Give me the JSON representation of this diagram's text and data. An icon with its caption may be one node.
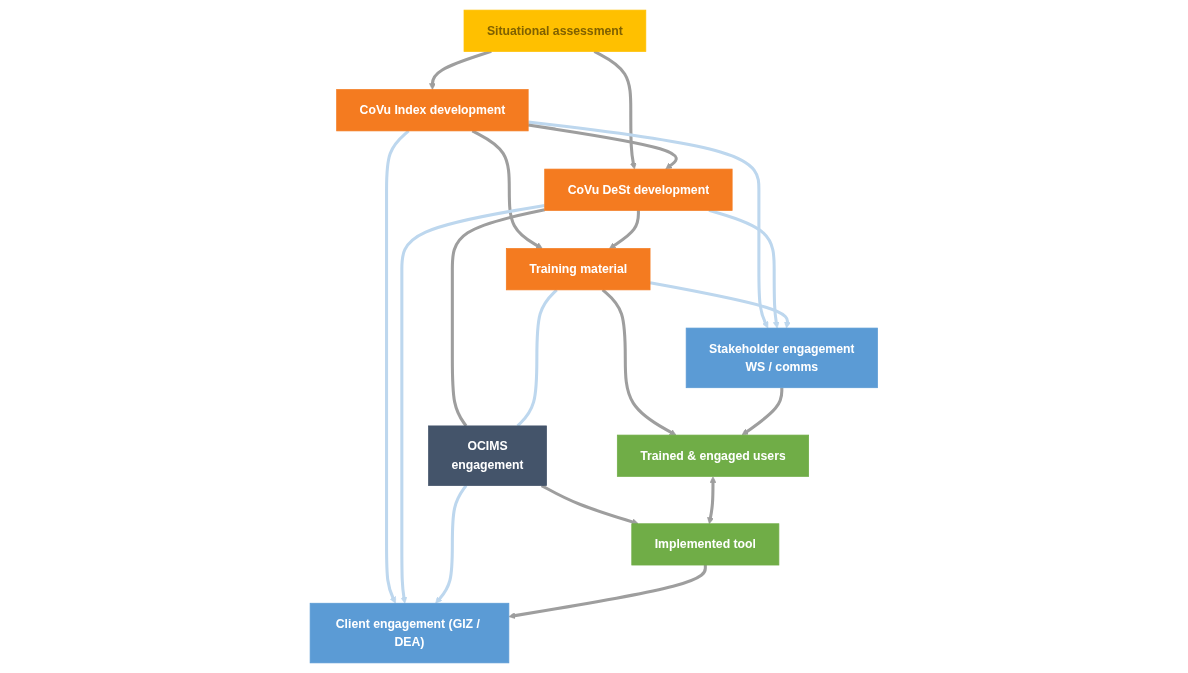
{
  "diagram": {
    "nodes": [
      {
        "text": [
          "Situational assessment"
        ]
      },
      {
        "text": [
          "Stakeholder engagement",
          "WS / comms"
        ]
      },
      {
        "text": [
          "Client engagement (GIZ / DEA)"
        ]
      },
      {
        "text": [
          "CoVu Index development"
        ]
      },
      {
        "text": [
          "CoVu DeSt development"
        ]
      },
      {
        "text": [
          "Training material"
        ]
      },
      {
        "text": [
          "OCIMS",
          "engagement"
        ]
      },
      {
        "text": [
          "Trained & engaged users"
        ]
      },
      {
        "text": [
          "Implemented tool"
        ]
      }
    ],
    "edges": [
      {
        "from": 0,
        "to": 3,
        "arrow": "to"
      },
      {
        "from": 0,
        "to": 4,
        "arrow": "to"
      },
      {
        "from": 3,
        "to": 1,
        "arrow": "to",
        "color": "#bdd7ee"
      },
      {
        "from": 3,
        "to": 2,
        "arrow": "to",
        "color": "#bdd7ee"
      },
      {
        "from": 3,
        "to": 4,
        "arrow": "to"
      },
      {
        "from": 3,
        "to": 5,
        "arrow": "to"
      },
      {
        "from": 4,
        "to": 1,
        "arrow": "to",
        "color": "#bdd7ee"
      },
      {
        "from": 4,
        "to": 2,
        "arrow": "to",
        "color": "#bdd7ee"
      },
      {
        "from": 4,
        "to": 5,
        "arrow": "to"
      },
      {
        "from": 4,
        "to": 6,
        "arrow": "none"
      },
      {
        "from": 5,
        "to": 1,
        "arrow": "to",
        "color": "#bdd7ee"
      },
      {
        "from": 5,
        "to": 6,
        "arrow": "none",
        "color": "#bdd7ee"
      },
      {
        "from": 6,
        "to": 2,
        "arrow": "to",
        "color": "#bdd7ee"
      },
      {
        "from": 5,
        "to": 7,
        "arrow": "to"
      },
      {
        "from": 1,
        "to": 7,
        "arrow": "to"
      },
      {
        "from": 6,
        "to": 8,
        "arrow": "to"
      },
      {
        "from": 7,
        "to": 8,
        "arrow": "both"
      },
      {
        "from": 8,
        "to": 2,
        "arrow": "to"
      }
    ]
  }
}
